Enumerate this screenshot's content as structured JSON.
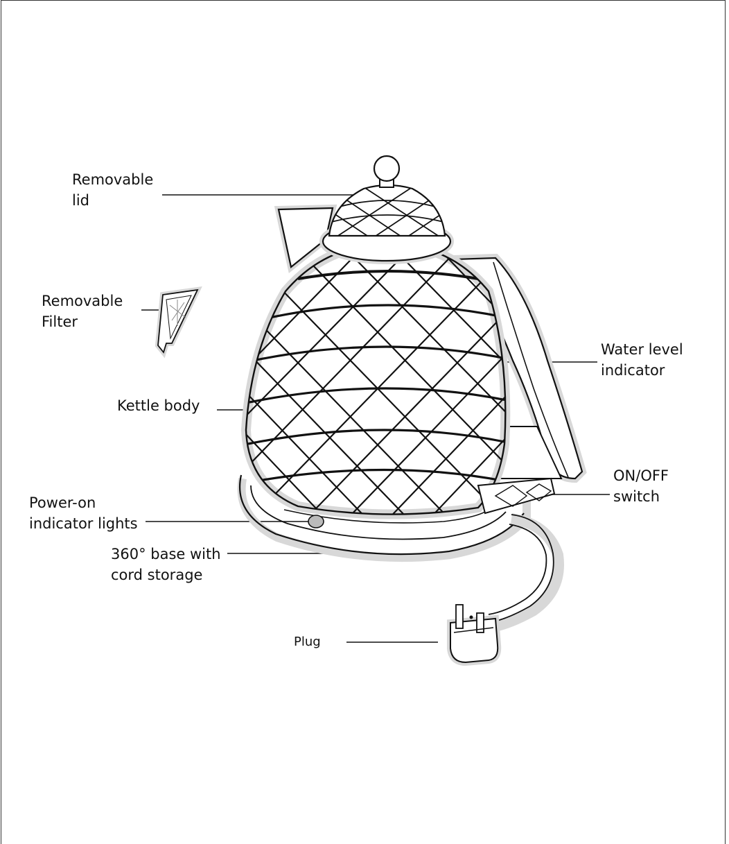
{
  "labels": {
    "removable_lid": [
      "Removable",
      "lid"
    ],
    "removable_filter": [
      "Removable",
      "Filter"
    ],
    "kettle_body": [
      "Kettle body"
    ],
    "water_level_indicator": [
      "Water level",
      "indicator"
    ],
    "on_off_switch": [
      "ON/OFF",
      "switch"
    ],
    "power_on_indicator_lights": [
      "Power-on",
      "indicator lights"
    ],
    "base": [
      "360° base with",
      "cord storage"
    ],
    "plug": [
      "Plug"
    ]
  },
  "colors": {
    "line": "#111111",
    "shadow": "#d8d8d8",
    "background": "#ffffff"
  }
}
